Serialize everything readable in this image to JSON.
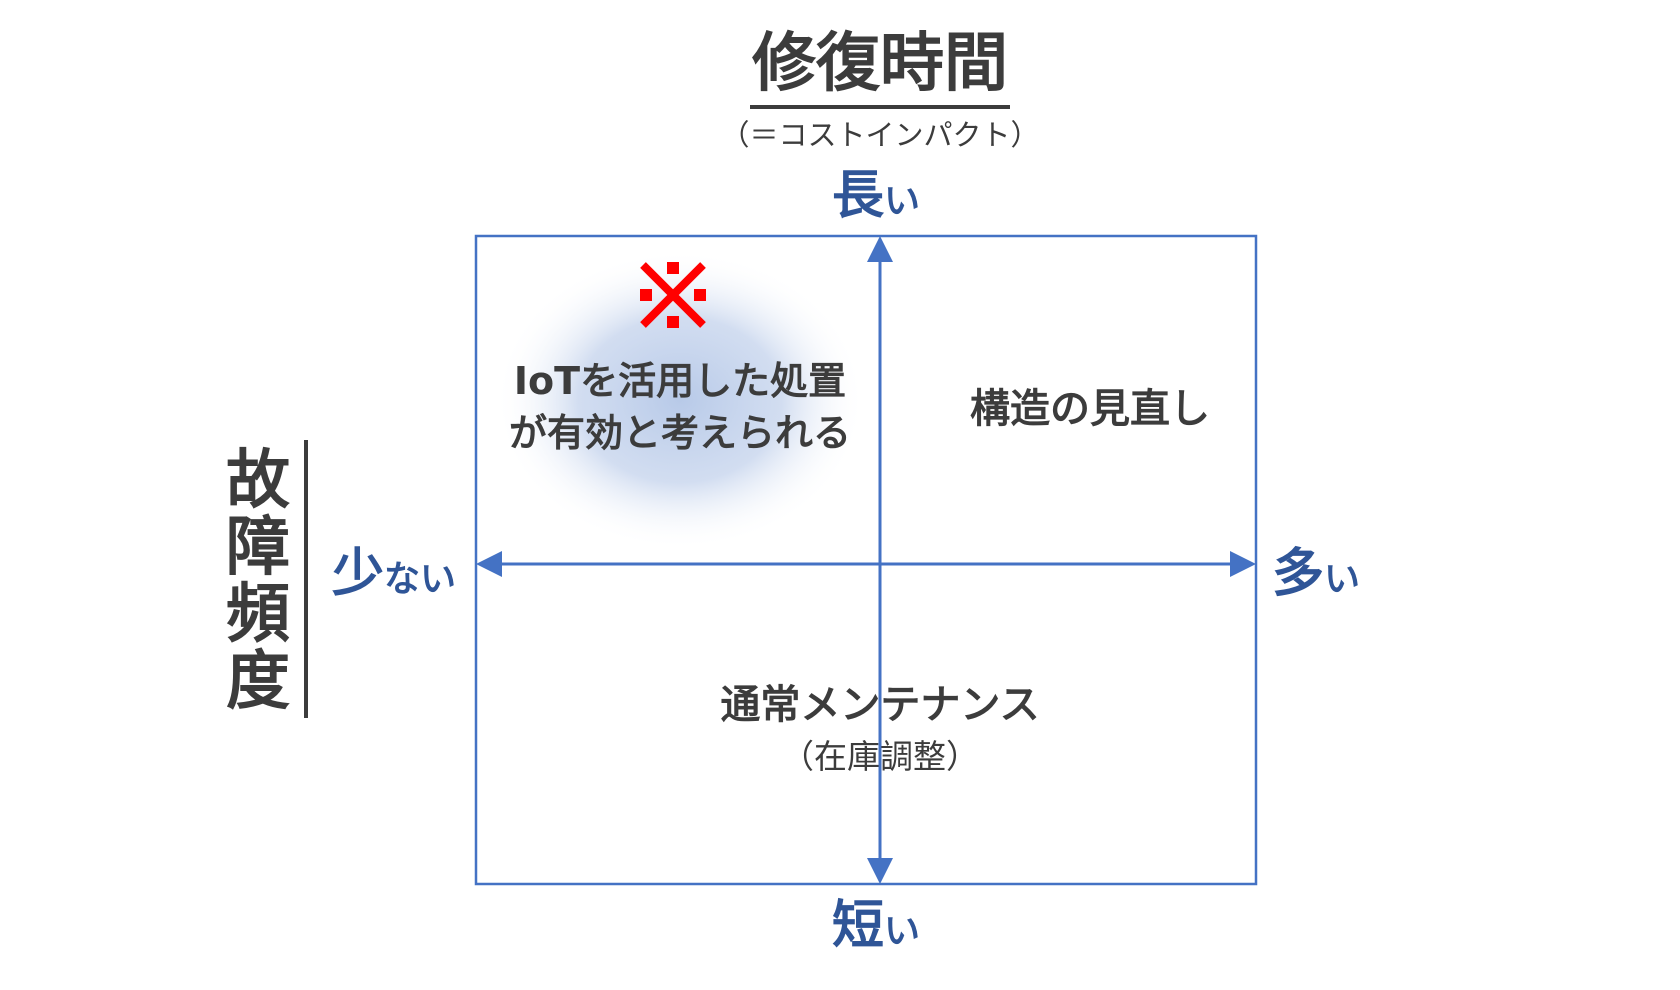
{
  "vertical_axis": {
    "title": "修復時間",
    "subtitle": "（＝コストインパクト）",
    "top_label_kanji": "長",
    "top_label_kana": "い",
    "bottom_label_kanji": "短",
    "bottom_label_kana": "い"
  },
  "horizontal_axis": {
    "title_chars": [
      "故",
      "障",
      "頻",
      "度"
    ],
    "left_label_kanji": "少",
    "left_label_kana": "ない",
    "right_label_kanji": "多",
    "right_label_kana": "い"
  },
  "quadrants": {
    "top_left_mark": "※",
    "top_left_line1": "IoTを活用した処置",
    "top_left_line2": "が有効と考えられる",
    "top_right": "構造の見直し",
    "bottom": "通常メンテナンス",
    "bottom_sub": "（在庫調整）"
  },
  "colors": {
    "axis_line": "#4472c4",
    "axis_label": "#2f5597",
    "text": "#3c3c3c",
    "mark": "#ff0000",
    "highlight_glow": "#b4c7e7"
  }
}
